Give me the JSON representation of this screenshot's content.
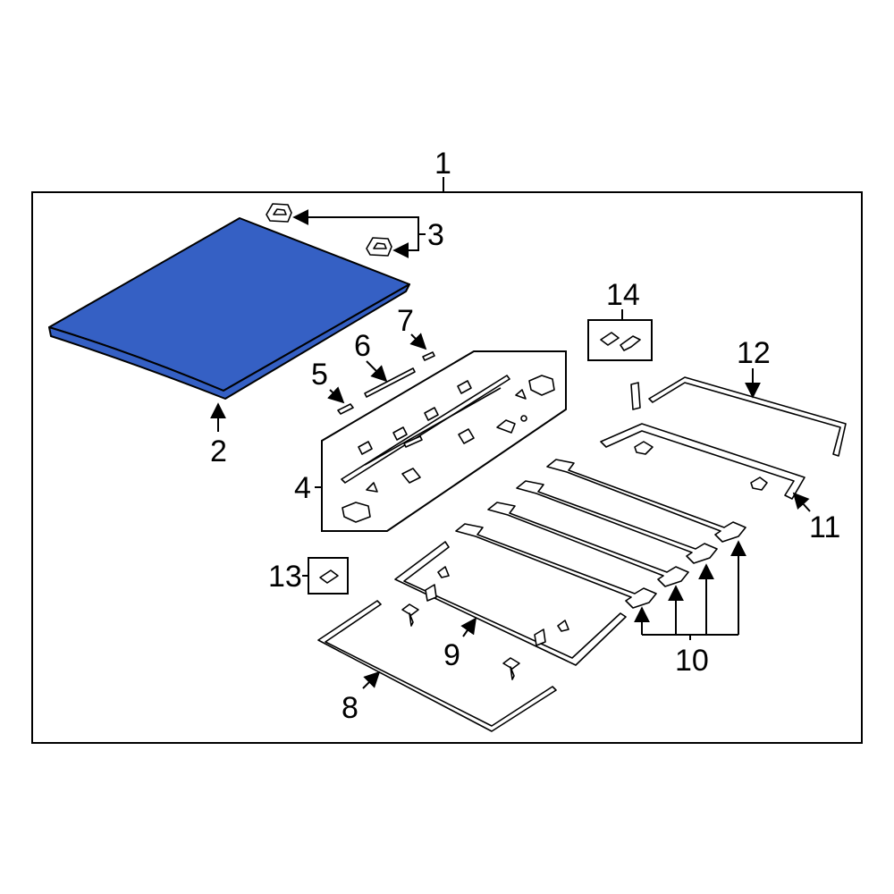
{
  "callouts": {
    "c1": "1",
    "c2": "2",
    "c3": "3",
    "c4": "4",
    "c5": "5",
    "c6": "6",
    "c7": "7",
    "c8": "8",
    "c9": "9",
    "c10": "10",
    "c11": "11",
    "c12": "12",
    "c13": "13",
    "c14": "14"
  },
  "colors": {
    "highlight_part": "#3560c4",
    "line": "#000000",
    "background": "#ffffff"
  },
  "icons": {
    "arrowhead": "arrowhead-icon"
  }
}
